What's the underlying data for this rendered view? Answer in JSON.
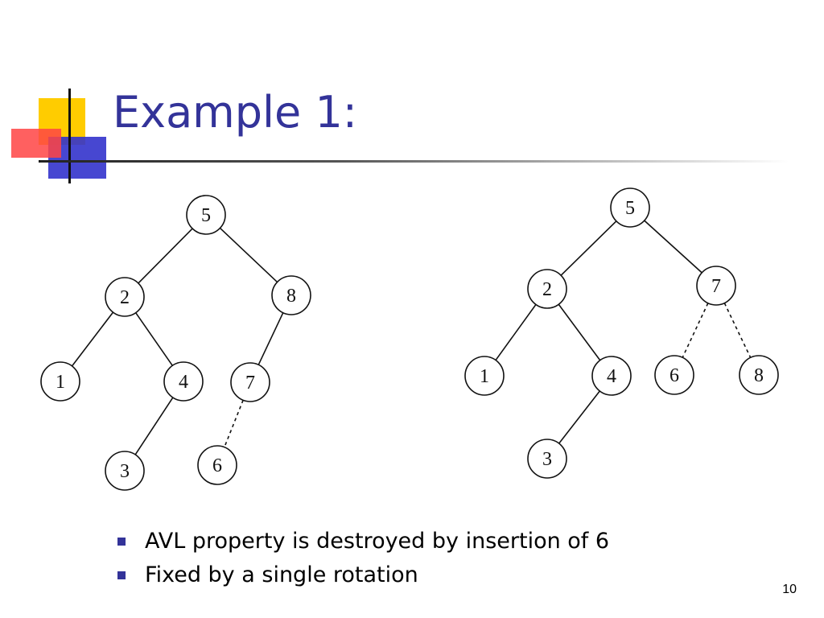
{
  "slide": {
    "title": "Example 1:",
    "page_number": "10",
    "bullets": [
      "AVL property is destroyed by insertion of 6",
      "Fixed by a single rotation"
    ]
  },
  "colors": {
    "title": "#333399",
    "bullet": "#333399",
    "logo_yellow": "#ffcc00",
    "logo_red": "#ff3333",
    "logo_blue": "#3333cc"
  },
  "trees": [
    {
      "name": "before-rotation",
      "nodes": [
        {
          "id": "5",
          "label": "5"
        },
        {
          "id": "2",
          "label": "2"
        },
        {
          "id": "8",
          "label": "8"
        },
        {
          "id": "1",
          "label": "1"
        },
        {
          "id": "4",
          "label": "4"
        },
        {
          "id": "7",
          "label": "7"
        },
        {
          "id": "3",
          "label": "3"
        },
        {
          "id": "6",
          "label": "6"
        }
      ],
      "edges": [
        {
          "from": "5",
          "to": "2",
          "style": "solid"
        },
        {
          "from": "5",
          "to": "8",
          "style": "solid"
        },
        {
          "from": "2",
          "to": "1",
          "style": "solid"
        },
        {
          "from": "2",
          "to": "4",
          "style": "solid"
        },
        {
          "from": "4",
          "to": "3",
          "style": "solid"
        },
        {
          "from": "8",
          "to": "7",
          "style": "solid"
        },
        {
          "from": "7",
          "to": "6",
          "style": "dashed"
        }
      ]
    },
    {
      "name": "after-rotation",
      "nodes": [
        {
          "id": "5",
          "label": "5"
        },
        {
          "id": "2",
          "label": "2"
        },
        {
          "id": "7",
          "label": "7"
        },
        {
          "id": "1",
          "label": "1"
        },
        {
          "id": "4",
          "label": "4"
        },
        {
          "id": "6",
          "label": "6"
        },
        {
          "id": "8",
          "label": "8"
        },
        {
          "id": "3",
          "label": "3"
        }
      ],
      "edges": [
        {
          "from": "5",
          "to": "2",
          "style": "solid"
        },
        {
          "from": "5",
          "to": "7",
          "style": "solid"
        },
        {
          "from": "2",
          "to": "1",
          "style": "solid"
        },
        {
          "from": "2",
          "to": "4",
          "style": "solid"
        },
        {
          "from": "4",
          "to": "3",
          "style": "solid"
        },
        {
          "from": "7",
          "to": "6",
          "style": "dashed"
        },
        {
          "from": "7",
          "to": "8",
          "style": "dashed"
        }
      ]
    }
  ]
}
